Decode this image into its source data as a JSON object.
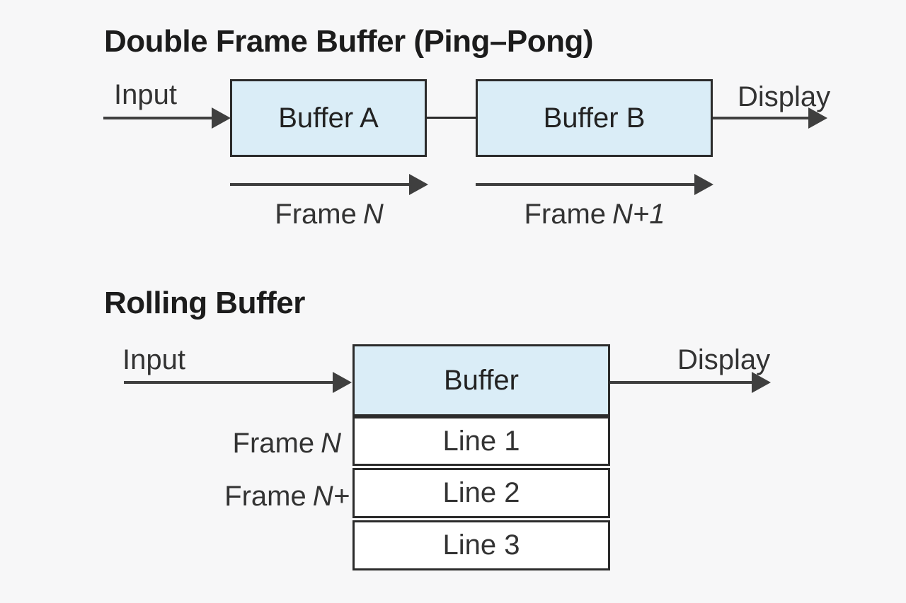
{
  "colors": {
    "background": "#f7f7f8",
    "box_fill": "#daedf7",
    "box_border": "#2b2b2b",
    "arrow": "#3f3f3f",
    "text": "#333333",
    "title": "#1c1c1c"
  },
  "ping_pong": {
    "title": "Double Frame Buffer (Ping–Pong)",
    "input_label": "Input",
    "display_label": "Display",
    "buffer_a_label": "Buffer A",
    "buffer_b_label": "Buffer B",
    "frame1": {
      "prefix": "Frame",
      "var": "N"
    },
    "frame2": {
      "prefix": "Frame",
      "var": "N+1"
    }
  },
  "rolling": {
    "title": "Rolling Buffer",
    "input_label": "Input",
    "display_label": "Display",
    "buffer_label": "Buffer",
    "rows": [
      "Line 1",
      "Line 2",
      "Line 3"
    ],
    "frame1": {
      "prefix": "Frame",
      "var": "N"
    },
    "frame2": {
      "prefix": "Frame",
      "var": "N+"
    }
  }
}
